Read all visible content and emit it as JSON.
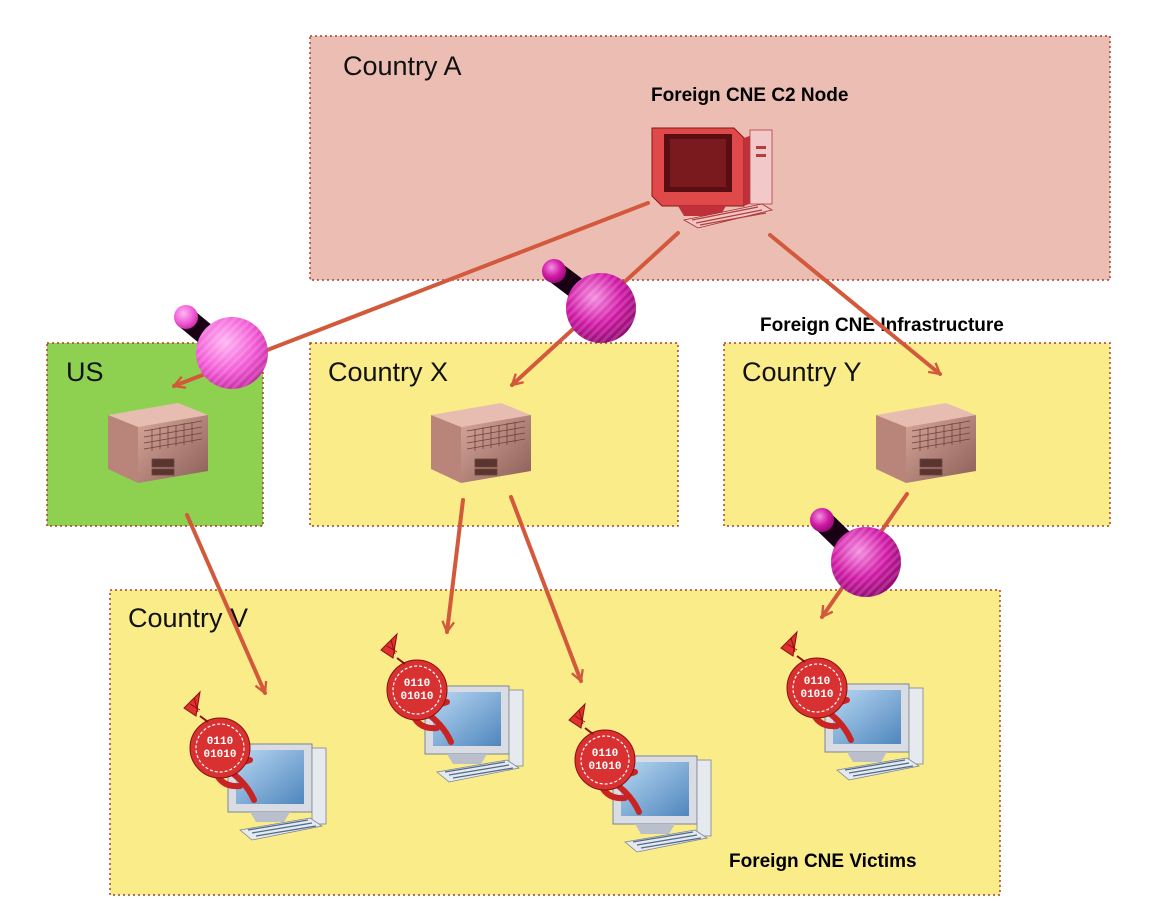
{
  "regions": {
    "country_a": "Country A",
    "us": "US",
    "country_x": "Country X",
    "country_y": "Country Y",
    "country_v": "Country V"
  },
  "captions": {
    "c2_node": "Foreign CNE C2 Node",
    "infrastructure": "Foreign CNE Infrastructure",
    "victims": "Foreign CNE Victims"
  },
  "colors": {
    "country_a_fill": "#ecbdb3",
    "us_fill": "#8ed151",
    "yellow_fill": "#fbec8a",
    "border_dotted": "#a7402e",
    "arrow": "#d2593c",
    "tap": "#d11aa6"
  },
  "icons": {
    "c2": "red-computer-icon",
    "server": "server-icon",
    "victim": "infected-computer-icon",
    "tap": "wiretap-probe-icon"
  }
}
